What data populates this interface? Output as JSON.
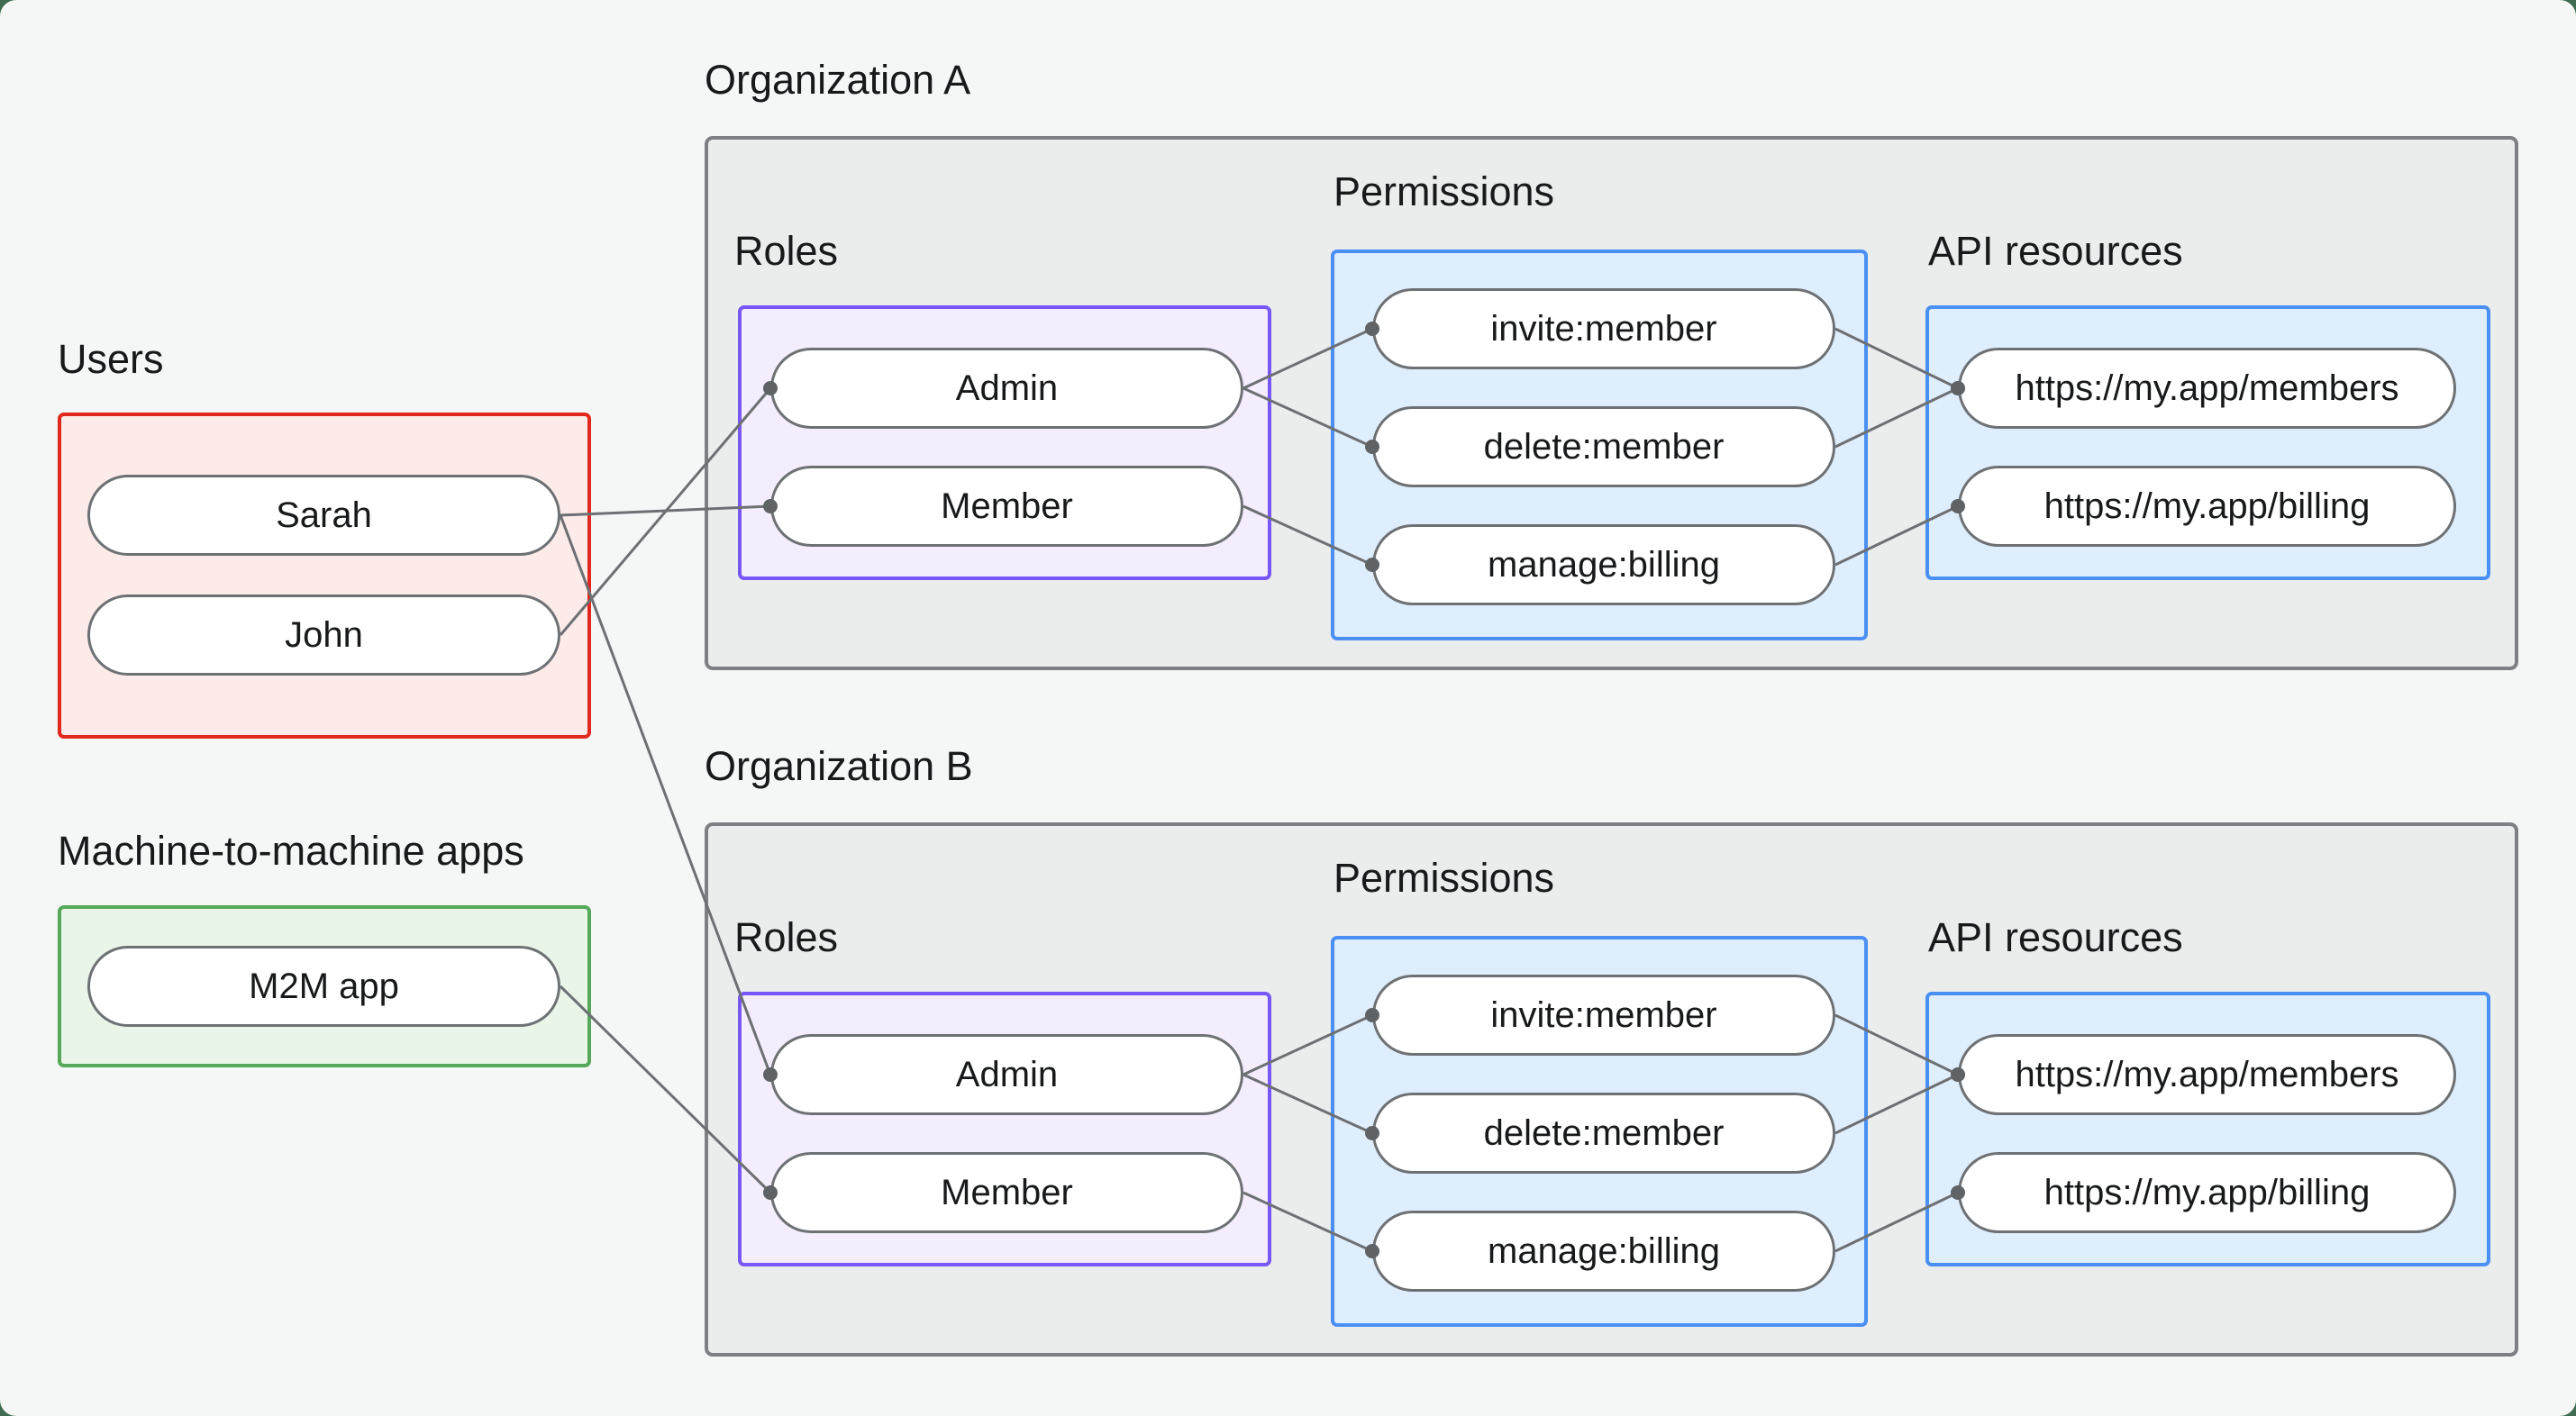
{
  "sections": {
    "users": {
      "label": "Users",
      "items": [
        {
          "id": "sarah",
          "label": "Sarah"
        },
        {
          "id": "john",
          "label": "John"
        }
      ]
    },
    "m2m": {
      "label": "Machine-to-machine apps",
      "items": [
        {
          "id": "m2m_app",
          "label": "M2M app"
        }
      ]
    },
    "org_a": {
      "label": "Organization A",
      "roles_label": "Roles",
      "permissions_label": "Permissions",
      "api_resources_label": "API resources",
      "roles": [
        {
          "id": "org_a_admin",
          "label": "Admin"
        },
        {
          "id": "org_a_member",
          "label": "Member"
        }
      ],
      "permissions": [
        {
          "id": "org_a_invite",
          "label": "invite:member"
        },
        {
          "id": "org_a_delete",
          "label": "delete:member"
        },
        {
          "id": "org_a_manage",
          "label": "manage:billing"
        }
      ],
      "api_resources": [
        {
          "id": "org_a_members_api",
          "label": "https://my.app/members"
        },
        {
          "id": "org_a_billing_api",
          "label": "https://my.app/billing"
        }
      ]
    },
    "org_b": {
      "label": "Organization B",
      "roles_label": "Roles",
      "permissions_label": "Permissions",
      "api_resources_label": "API resources",
      "roles": [
        {
          "id": "org_b_admin",
          "label": "Admin"
        },
        {
          "id": "org_b_member",
          "label": "Member"
        }
      ],
      "permissions": [
        {
          "id": "org_b_invite",
          "label": "invite:member"
        },
        {
          "id": "org_b_delete",
          "label": "delete:member"
        },
        {
          "id": "org_b_manage",
          "label": "manage:billing"
        }
      ],
      "api_resources": [
        {
          "id": "org_b_members_api",
          "label": "https://my.app/members"
        },
        {
          "id": "org_b_billing_api",
          "label": "https://my.app/billing"
        }
      ]
    }
  },
  "edges": [
    {
      "from": "sarah",
      "to": "org_a_member"
    },
    {
      "from": "john",
      "to": "org_a_admin"
    },
    {
      "from": "sarah",
      "to": "org_b_admin"
    },
    {
      "from": "m2m_app",
      "to": "org_b_member"
    },
    {
      "from": "org_a_admin",
      "to": "org_a_invite"
    },
    {
      "from": "org_a_admin",
      "to": "org_a_delete"
    },
    {
      "from": "org_a_member",
      "to": "org_a_manage"
    },
    {
      "from": "org_a_invite",
      "to": "org_a_members_api"
    },
    {
      "from": "org_a_delete",
      "to": "org_a_members_api"
    },
    {
      "from": "org_a_manage",
      "to": "org_a_billing_api"
    },
    {
      "from": "org_b_admin",
      "to": "org_b_invite"
    },
    {
      "from": "org_b_admin",
      "to": "org_b_delete"
    },
    {
      "from": "org_b_member",
      "to": "org_b_manage"
    },
    {
      "from": "org_b_invite",
      "to": "org_b_members_api"
    },
    {
      "from": "org_b_delete",
      "to": "org_b_members_api"
    },
    {
      "from": "org_b_manage",
      "to": "org_b_billing_api"
    }
  ],
  "colors": {
    "page_bg": "#f5f6f6",
    "org_fill": "#ebecec",
    "org_border": "#7d8083",
    "users_border": "#e2281d",
    "users_fill": "#fcebe9",
    "m2m_border": "#56a85a",
    "m2m_fill": "#e9f5e9",
    "roles_border": "#7857f7",
    "roles_fill": "#f3edfd",
    "blue_border": "#4a90f4",
    "blue_fill": "#dfeefd",
    "pill_border": "#6e7174",
    "edge_line": "#6d7073",
    "edge_dot": "#5f6366",
    "text": "#17191a"
  }
}
